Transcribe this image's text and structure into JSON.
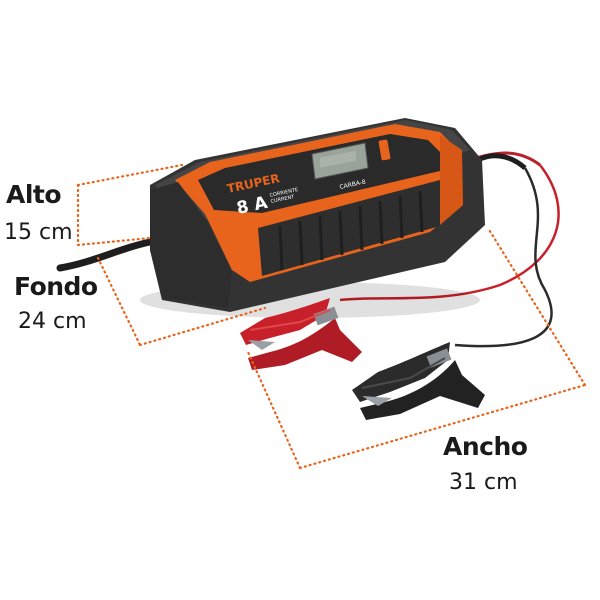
{
  "dimensions": {
    "alto": {
      "name": "Alto",
      "value": "15 cm"
    },
    "fondo": {
      "name": "Fondo",
      "value": "24 cm"
    },
    "ancho": {
      "name": "Ancho",
      "value": "31 cm"
    }
  },
  "charger": {
    "brand": "TRUPER",
    "rating": "8 A",
    "current_es": "CORRIENTE",
    "current_en": "CURRENT",
    "model": "CARBA-8"
  },
  "colors": {
    "body": "#3a3a3a",
    "accent": "#e8641c",
    "dimension_line": "#e8641c",
    "clamp_red": "#c8202a",
    "clamp_black": "#2b2b2b"
  }
}
